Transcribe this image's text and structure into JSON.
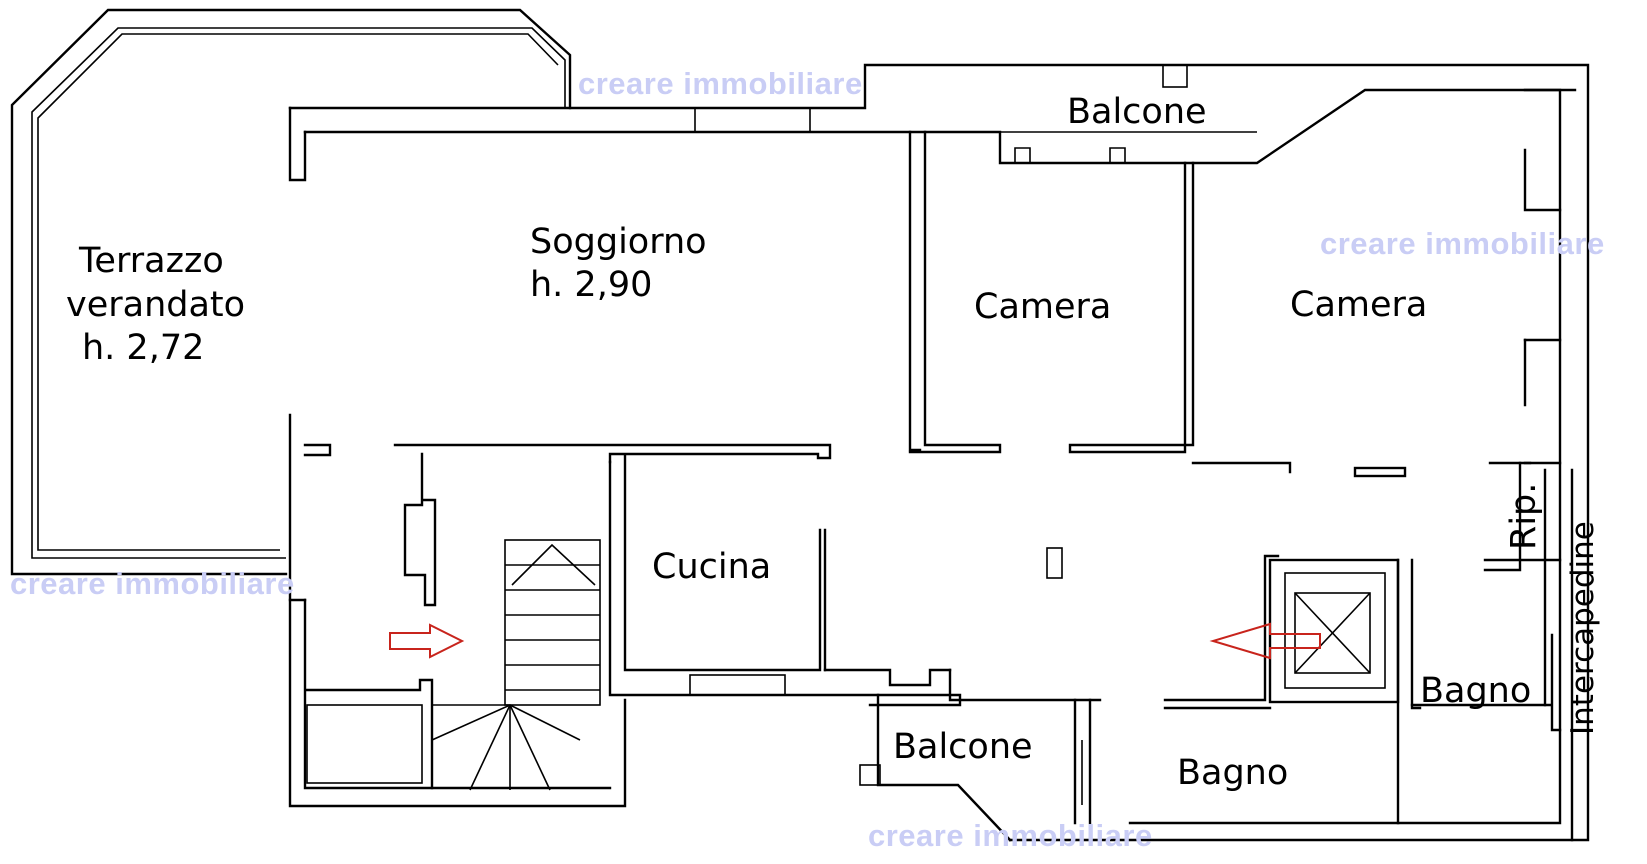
{
  "rooms": {
    "terrazzo": {
      "line1": "Terrazzo",
      "line2": "verandato",
      "line3": "h. 2,72"
    },
    "soggiorno": {
      "line1": "Soggiorno",
      "line2": "h. 2,90"
    },
    "camera1": "Camera",
    "camera2": "Camera",
    "balcone_top": "Balcone",
    "cucina": "Cucina",
    "balcone_bottom": "Balcone",
    "bagno1": "Bagno",
    "bagno2": "Bagno",
    "ripostiglio": "Rip.",
    "intercapedine": "Intercapedine"
  },
  "watermarks": {
    "top": "creare immobiliare",
    "right": "creare immobiliare",
    "left": "creare immobiliare",
    "bottom": "creare immobiliare"
  },
  "colors": {
    "walls": "#000000",
    "arrows": "#c8241c",
    "watermark": "#c9cdf5"
  }
}
